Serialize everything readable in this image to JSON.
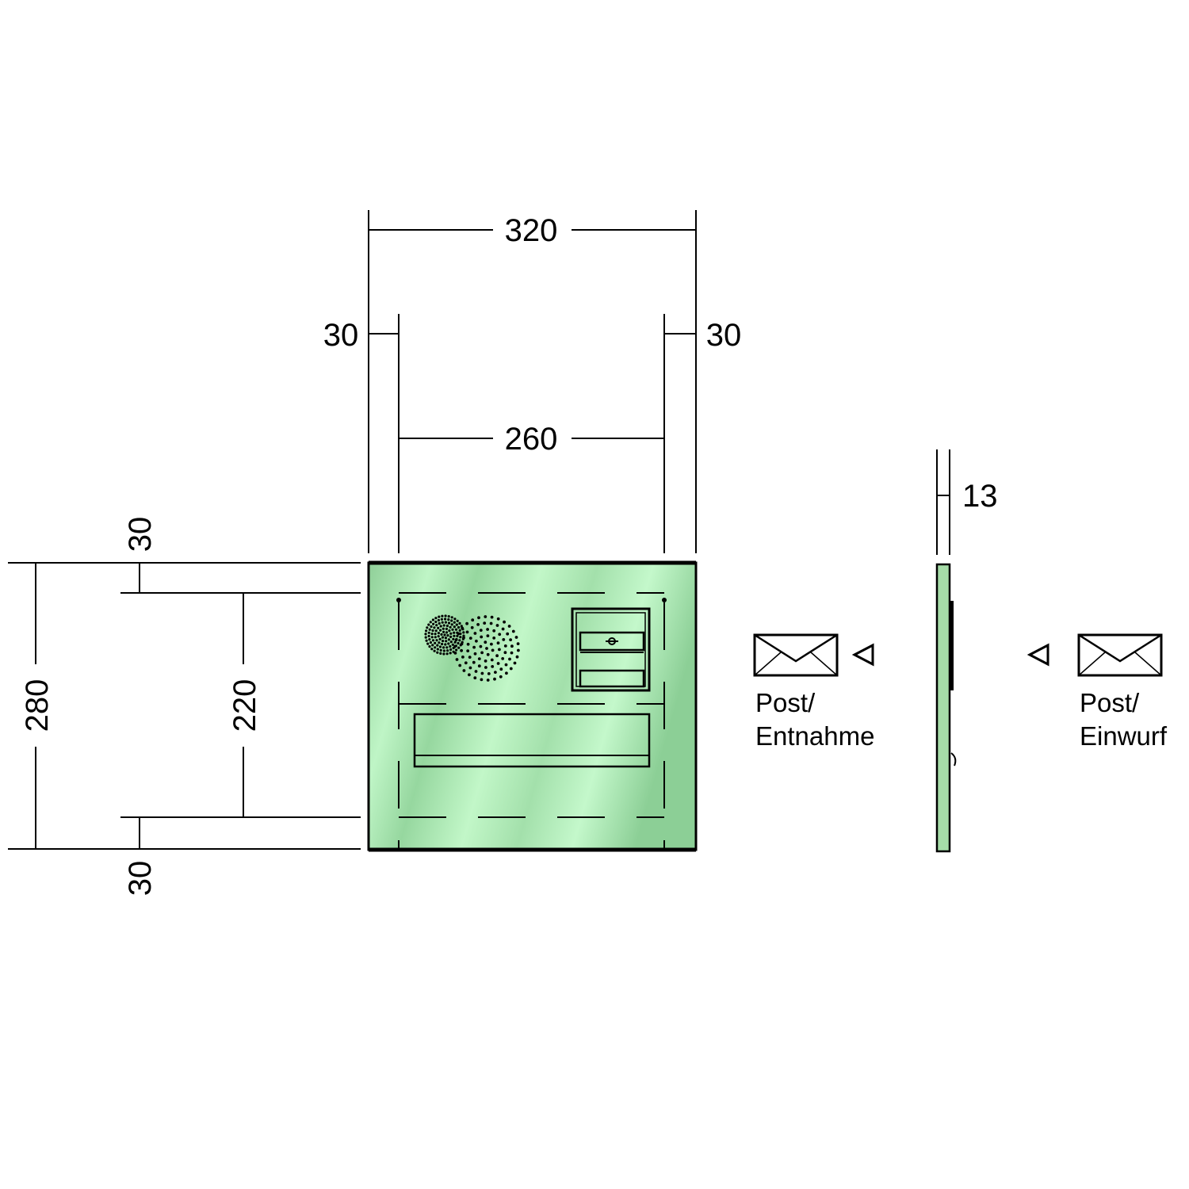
{
  "dimensions": {
    "overall_width": "320",
    "left_margin": "30",
    "right_margin": "30",
    "inner_width": "260",
    "overall_height": "280",
    "inner_height": "220",
    "top_margin": "30",
    "bottom_margin": "30",
    "depth": "13"
  },
  "labels": {
    "removal_line1": "Post/",
    "removal_line2": "Entnahme",
    "insert_line1": "Post/",
    "insert_line2": "Einwurf"
  },
  "colors": {
    "panel_fill": "#b8f2c0",
    "panel_shadow": "#8ccf98",
    "side_fill": "#a6dca8"
  },
  "icons": [
    "envelope-icon",
    "triangle-arrow-icon",
    "speaker-grille-icon",
    "intercom-button-panel-icon"
  ]
}
